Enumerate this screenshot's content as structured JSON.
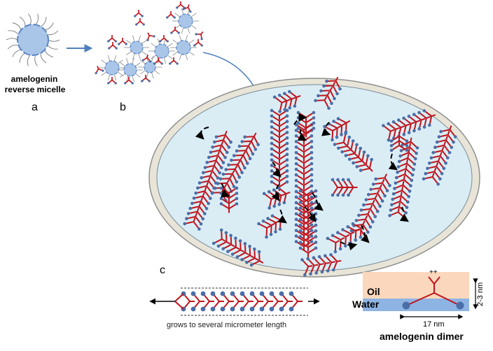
{
  "labels": {
    "micelle_line1": "amelogenin",
    "micelle_line2": "reverse micelle",
    "panel_a": "a",
    "panel_b": "b",
    "panel_c": "c",
    "grows": "grows to several micrometer length",
    "oil": "Oil",
    "water": "Water",
    "plusplus": "++",
    "height": "2-3 nm",
    "width": "17 nm",
    "dimer": "amelogenin dimer"
  },
  "colors": {
    "micelle_fill": "#a9c6e8",
    "micelle_edge": "#5a86c6",
    "protein": "#c0141c",
    "bead": "#4a6ea8",
    "ellipse_fill": "#daedf5",
    "ellipse_edge": "#8e8e8e",
    "ellipse_bg": "#e8e5d8",
    "arrow": "#4f81bd",
    "oil": "#fbd7bd",
    "water": "#8eb4e3"
  }
}
